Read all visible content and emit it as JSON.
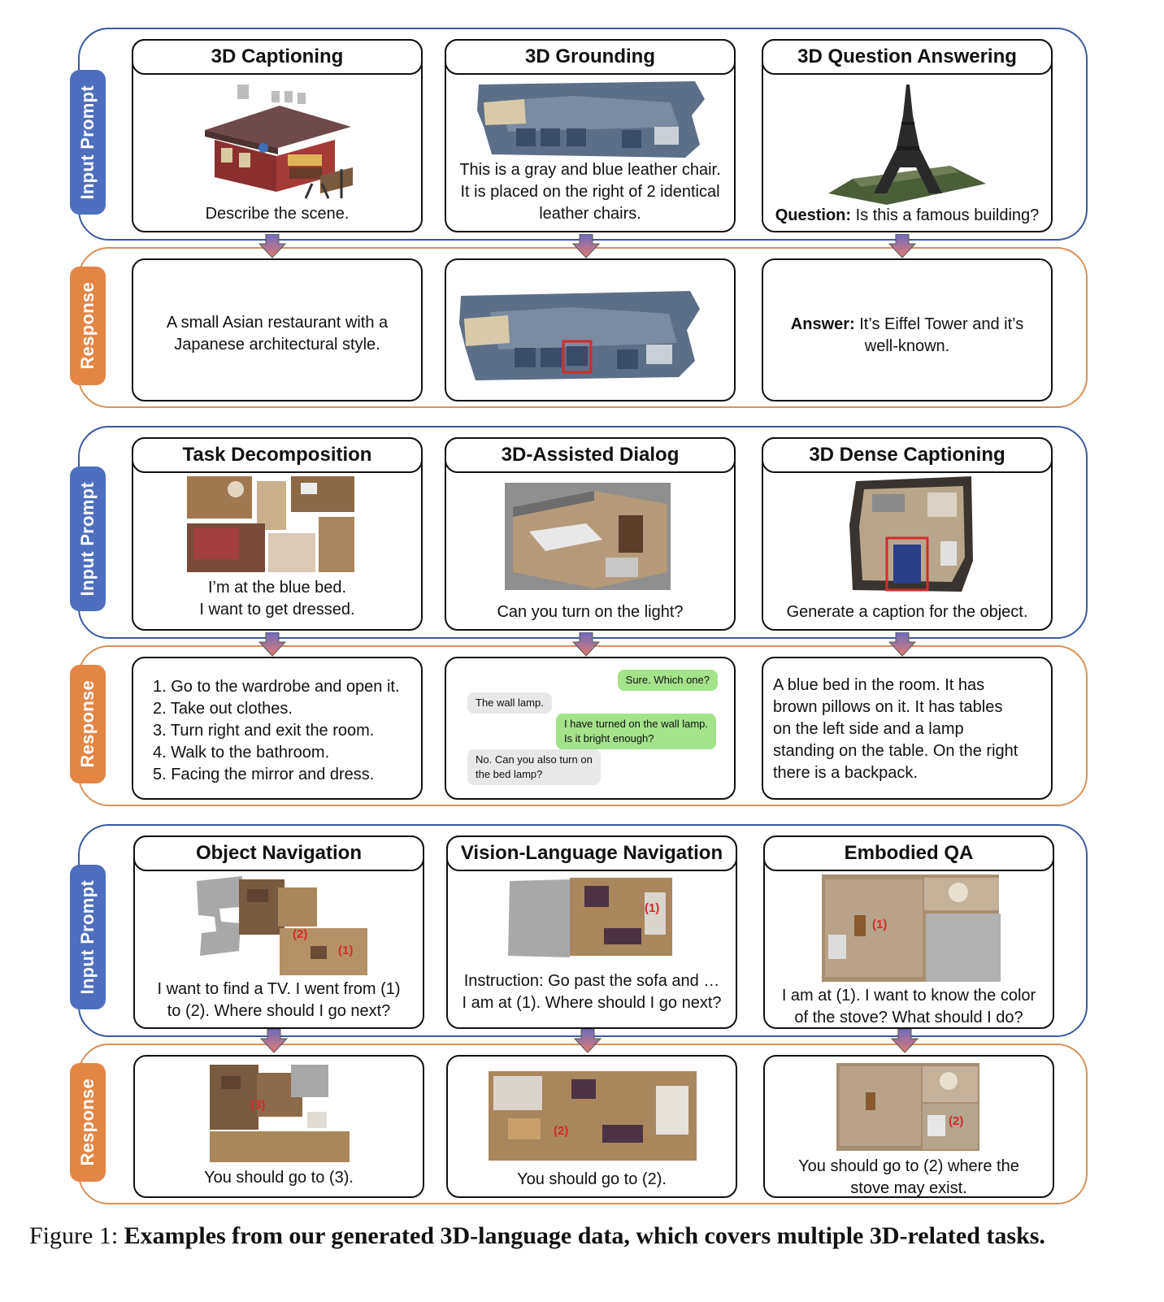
{
  "labels": {
    "input": "Input Prompt",
    "response": "Response"
  },
  "rows": [
    {
      "panels": [
        {
          "title": "3D Captioning",
          "prompt": [
            "Describe the scene."
          ],
          "response": [
            "A small Asian restaurant with a",
            "Japanese architectural style."
          ]
        },
        {
          "title": "3D Grounding",
          "prompt": [
            "This is a gray and blue leather chair.",
            "It is placed on the right of 2 identical",
            "leather chairs."
          ]
        },
        {
          "title": "3D Question Answering",
          "prompt_bold": "Question:",
          "prompt_rest": " Is this a famous building?",
          "response_bold": "Answer:",
          "response_rest": [
            " It’s Eiffel Tower and it’s",
            "well-known."
          ]
        }
      ]
    },
    {
      "panels": [
        {
          "title": "Task Decomposition",
          "prompt": [
            "I’m at the blue bed.",
            "I want to get dressed."
          ],
          "response": [
            "1. Go to the wardrobe and open it.",
            "2. Take out clothes.",
            "3. Turn right and exit the room.",
            "4. Walk to the bathroom.",
            "5. Facing the mirror and dress."
          ]
        },
        {
          "title": "3D-Assisted Dialog",
          "prompt": [
            "Can you turn on the light?"
          ],
          "dialog": {
            "b1": "Sure. Which one?",
            "b2": "The wall lamp.",
            "b3a": "I have turned on the wall lamp.",
            "b3b": "Is it bright enough?",
            "b4a": "No. Can you also turn on",
            "b4b": "the bed lamp?"
          }
        },
        {
          "title": "3D Dense Captioning",
          "prompt": [
            "Generate a caption for the object."
          ],
          "response": [
            "A blue bed in the room. It has",
            "brown pillows on it. It has tables",
            "on the left side and a lamp",
            "standing on the table. On the right",
            "there is a backpack."
          ]
        }
      ]
    },
    {
      "panels": [
        {
          "title": "Object Navigation",
          "prompt": [
            "I want to find a TV. I went from (1)",
            "to (2). Where should I go next?"
          ],
          "response": [
            "You should go to (3)."
          ]
        },
        {
          "title": "Vision-Language Navigation",
          "prompt": [
            "Instruction: Go past the sofa and …",
            "I am at (1). Where should I go next?"
          ],
          "response": [
            "You should go to (2)."
          ]
        },
        {
          "title": "Embodied QA",
          "prompt": [
            "I am at (1). I want to know the color",
            "of the stove? What should I do?"
          ],
          "response": [
            "You should go to (2) where the",
            "stove may exist."
          ]
        }
      ]
    }
  ],
  "markers": {
    "m1": "(1)",
    "m2": "(2)",
    "m3": "(3)"
  },
  "caption": {
    "prefix": "Figure 1: ",
    "bold": "Examples from our generated 3D-language data, which covers multiple 3D-related tasks."
  },
  "colors": {
    "input_border": "#3b5aa0",
    "input_tag": "#4d6fbd",
    "response_border": "#d9915a",
    "response_tag": "#e38645",
    "dialog_green": "#a3e38a",
    "dialog_gray": "#e8e8e8",
    "highlight_box": "#d42a2a"
  }
}
